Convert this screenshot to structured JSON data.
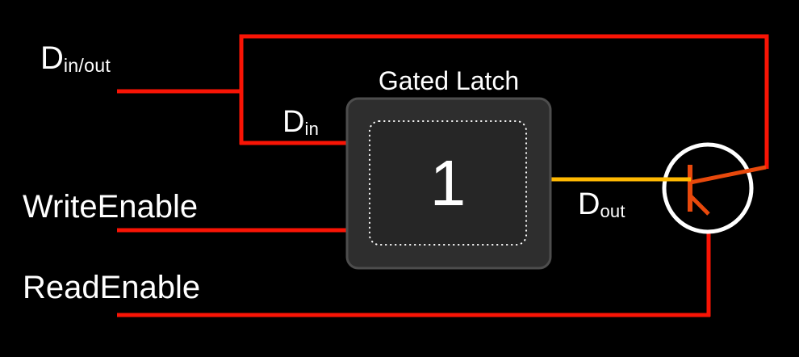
{
  "colors": {
    "background": "#000000",
    "wire_red": "#f91405",
    "wire_yellow": "#ffb902",
    "transistor_red": "#e8490c",
    "box_fill": "#2e2e2e",
    "box_border": "#4d4d4d",
    "inner_fill": "#262626",
    "dotted_border": "#ffffff",
    "circle_stroke": "#ffffff",
    "text": "#ffffff"
  },
  "labels": {
    "din_out": {
      "main": "D",
      "sub": "in/out"
    },
    "din": {
      "main": "D",
      "sub": "in"
    },
    "dout": {
      "main": "D",
      "sub": "out"
    },
    "write_enable": "WriteEnable",
    "read_enable": "ReadEnable"
  },
  "latch": {
    "title": "Gated Latch",
    "value": "1"
  }
}
